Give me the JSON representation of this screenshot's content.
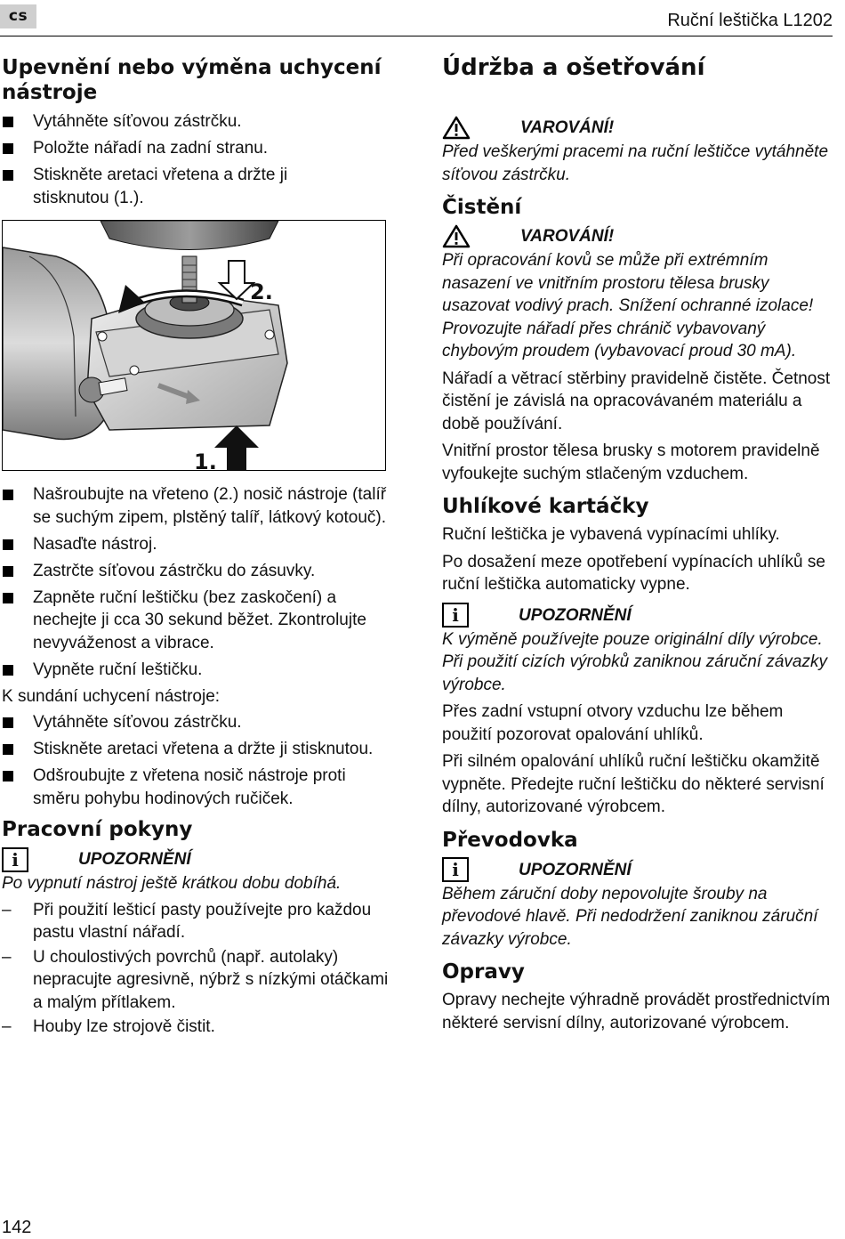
{
  "header": {
    "lang": "cs",
    "title": "Ruční leštička L1202"
  },
  "page_number": "142",
  "left": {
    "section1_title": "Upevnění nebo výměna uchycení nástroje",
    "steps_before": [
      "Vytáhněte síťovou zástrčku.",
      "Položte nářadí na zadní stranu.",
      "Stiskněte aretaci vřetena a držte ji stisknutou (1.)."
    ],
    "figure": {
      "label1": "1.",
      "label2": "2."
    },
    "steps_after": [
      "Našroubujte na vřeteno (2.) nosič nástroje (talíř se suchým zipem, plstěný talíř, látkový kotouč).",
      "Nasaďte nástroj.",
      "Zastrčte síťovou zástrčku do zásuvky.",
      "Zapněte ruční leštičku (bez zaskočení) a nechejte ji cca 30 sekund běžet. Zkontrolujte nevyváženost a vibrace.",
      "Vypněte ruční leštičku."
    ],
    "removal_intro": "K sundání uchycení nástroje:",
    "removal_steps": [
      "Vytáhněte síťovou zástrčku.",
      "Stiskněte aretaci vřetena a držte ji stisknutou.",
      "Odšroubujte z vřetena nosič nástroje proti směru pohybu hodinových ručiček."
    ],
    "section2_title": "Pracovní pokyny",
    "notice_label": "UPOZORNĚNÍ",
    "notice_text": "Po vypnutí nástroj ještě krátkou dobu dobíhá.",
    "tips": [
      "Při použití lešticí pasty používejte pro každou pastu vlastní nářadí.",
      "U choulostivých povrchů (např. autolaky) nepracujte agresivně, nýbrž s nízkými otáčkami a malým přítlakem.",
      "Houby lze strojově čistit."
    ]
  },
  "right": {
    "main_title": "Údržba a ošetřování",
    "warning1_label": "VAROVÁNÍ!",
    "warning1_text": "Před veškerými pracemi na ruční leštičce vytáhněte síťovou zástrčku.",
    "cleaning_title": "Čistění",
    "warning2_label": "VAROVÁNÍ!",
    "warning2_text": "Při opracování kovů se může při extrémním nasazení ve vnitřním prostoru tělesa brusky usazovat vodivý prach. Snížení ochranné izolace! Provozujte nářadí přes chránič vybavovaný chybovým proudem (vybavovací proud 30 mA).",
    "cleaning_p1": "Nářadí a větrací stěrbiny pravidelně čistěte. Četnost čistění je závislá na opracovávaném materiálu a době používání.",
    "cleaning_p2": "Vnitřní prostor tělesa brusky s motorem pravidelně vyfoukejte suchým stlačeným vzduchem.",
    "brushes_title": "Uhlíkové kartáčky",
    "brushes_p1": "Ruční leštička je vybavená vypínacími uhlíky.",
    "brushes_p2": "Po dosažení meze opotřebení vypínacích uhlíků se ruční leštička automaticky vypne.",
    "notice1_label": "UPOZORNĚNÍ",
    "notice1_text": "K výměně používejte pouze originální díly výrobce. Při použití cizích výrobků zaniknou záruční závazky výrobce.",
    "brushes_p3": "Přes zadní vstupní otvory vzduchu lze během použití pozorovat opalování uhlíků.",
    "brushes_p4": "Při silném opalování uhlíků ruční leštičku okamžitě vypněte. Předejte ruční leštičku do některé servisní dílny, autorizované výrobcem.",
    "gearbox_title": "Převodovka",
    "notice2_label": "UPOZORNĚNÍ",
    "notice2_text": "Během záruční doby nepovolujte šrouby na převodové hlavě. Při nedodržení zaniknou záruční závazky výrobce.",
    "repairs_title": "Opravy",
    "repairs_p": "Opravy nechejte výhradně provádět prostřednictvím některé servisní dílny, autorizované výrobcem."
  }
}
